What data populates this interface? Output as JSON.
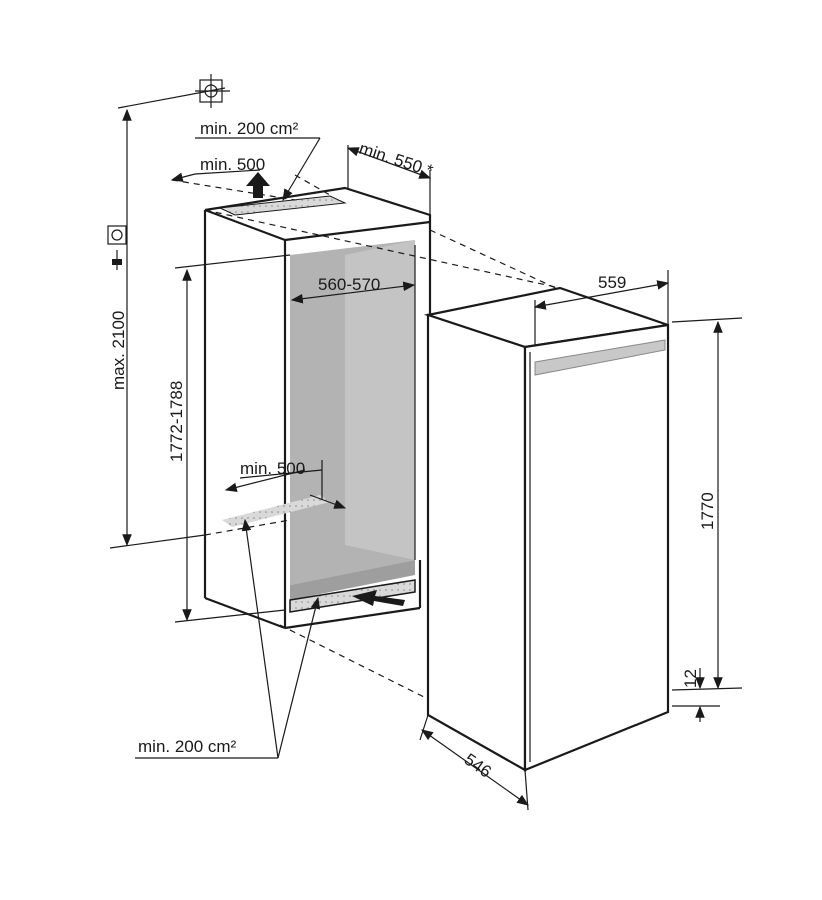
{
  "diagram": {
    "labels": {
      "top_vent_area": "min. 200 cm²",
      "top_clearance": "min. 500",
      "depth_min": "min. 550 *",
      "niche_width": "560-570",
      "niche_height": "1772-1788",
      "max_height": "max. 2100",
      "inner_clearance": "min. 500",
      "bottom_vent_area": "min. 200 cm²",
      "appliance_width": "559",
      "appliance_height": "1770",
      "appliance_depth": "546",
      "plinth_offset": "12"
    },
    "colors": {
      "niche_interior": "#b3b3b3",
      "vent_fill": "#d9d9d9",
      "line": "#1a1a1a"
    }
  }
}
